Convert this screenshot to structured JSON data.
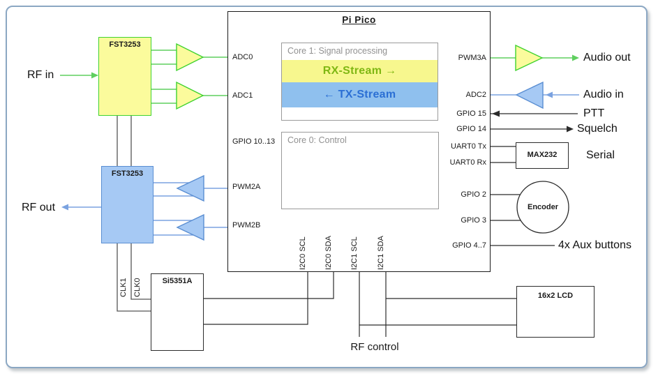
{
  "colors": {
    "frame": "#8ba7c3",
    "green_wire": "#5fcf5f",
    "green_border": "#3fd22f",
    "pale_yellow": "#fbfb9c",
    "rx_band": "#f7f78e",
    "rx_text": "#7fb713",
    "blue_wire": "#7aa2e0",
    "blue_border": "#5a8ed2",
    "blue_fill": "#a6c9f4",
    "tx_band": "#8fc0ee",
    "tx_text": "#2b6fd4",
    "wire_black": "#2b2b2b"
  },
  "pico": {
    "title": "Pi Pico",
    "core1_title": "Core 1: Signal processing",
    "rx_stream": "RX-Stream →",
    "tx_stream": "← TX-Stream",
    "core0_title": "Core 0: Control",
    "left_pins": [
      "ADC0",
      "ADC1",
      "GPIO 10..13",
      "PWM2A",
      "PWM2B"
    ],
    "right_pins": [
      "PWM3A",
      "ADC2",
      "GPIO 15",
      "GPIO 14",
      "UART0 Tx",
      "UART0 Rx",
      "GPIO 2",
      "GPIO 3",
      "GPIO 4..7"
    ],
    "bottom_pins": [
      "I2C0 SCL",
      "I2C0 SDA",
      "I2C1 SCL",
      "I2C1 SDA"
    ]
  },
  "components": {
    "mixer_rx": "FST3253",
    "mixer_tx": "FST3253",
    "clockgen": "Si5351A",
    "level_shifter": "MAX232",
    "display": "16x2 LCD",
    "encoder": "Encoder"
  },
  "wires": {
    "clk1": "CLK1",
    "clk0": "CLK0"
  },
  "external": {
    "rf_in": "RF in",
    "rf_out": "RF out",
    "audio_out": "Audio out",
    "audio_in": "Audio in",
    "ptt": "PTT",
    "squelch": "Squelch",
    "serial": "Serial",
    "aux_buttons": "4x Aux buttons",
    "rf_control": "RF control"
  }
}
